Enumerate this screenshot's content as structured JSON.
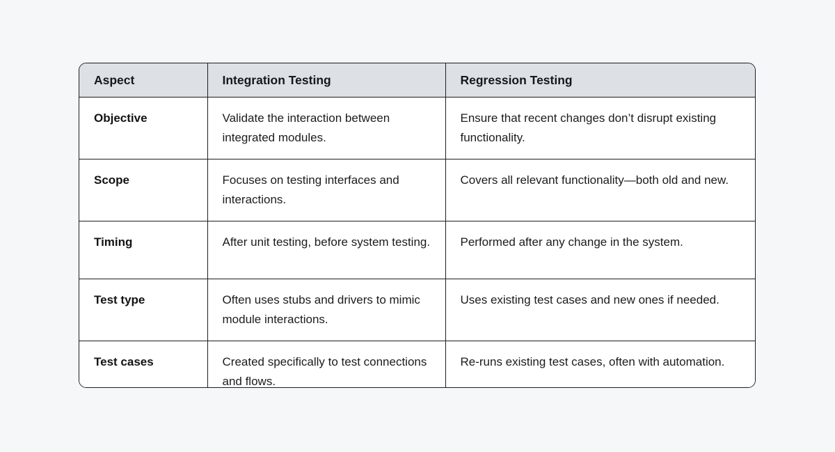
{
  "table": {
    "columns": [
      {
        "key": "aspect",
        "label": "Aspect"
      },
      {
        "key": "integration",
        "label": "Integration Testing"
      },
      {
        "key": "regression",
        "label": "Regression Testing"
      }
    ],
    "rows": [
      {
        "aspect": "Objective",
        "integration": "Validate the interaction between integrated modules.",
        "regression": "Ensure that recent changes don’t disrupt existing functionality."
      },
      {
        "aspect": "Scope",
        "integration": "Focuses on testing interfaces and interactions.",
        "regression": "Covers all relevant functionality—both old and new."
      },
      {
        "aspect": "Timing",
        "integration": "After unit testing, before system testing.",
        "regression": "Performed after any change in the system."
      },
      {
        "aspect": "Test type",
        "integration": "Often uses stubs and drivers to mimic module interactions.",
        "regression": "Uses existing test cases and new ones if needed."
      },
      {
        "aspect": "Test cases",
        "integration": "Created specifically to test connections and flows.",
        "regression": "Re-runs existing test cases, often with automation."
      }
    ]
  },
  "theme": {
    "page_background": "#f5f7f9",
    "header_background": "#dde1e5",
    "border_color": "#1b1d1f",
    "text_color": "#1a1c1e",
    "cell_background": "#ffffff"
  }
}
